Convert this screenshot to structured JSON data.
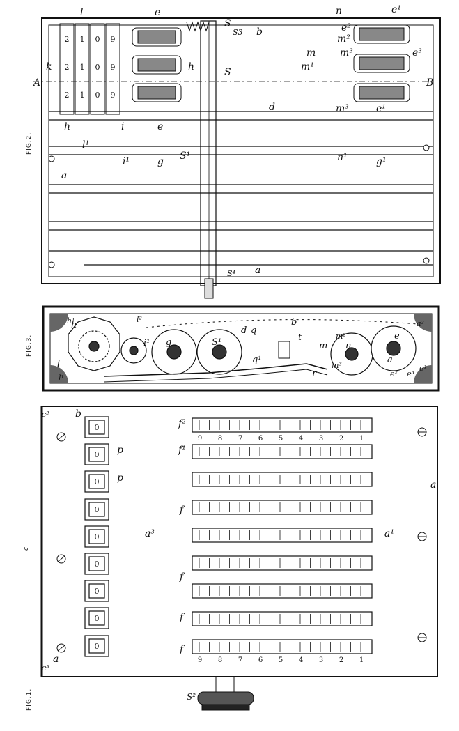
{
  "figures": {
    "fig1": {
      "caption": "FIG.1.",
      "labels": [
        "c",
        "c²",
        "b",
        "c³",
        "a",
        "a³",
        "a¹",
        "a",
        "f",
        "f",
        "f",
        "f",
        "f¹",
        "f²",
        "p",
        "p",
        "S²"
      ],
      "register_digits": [
        "0",
        "0",
        "0",
        "0",
        "0",
        "0",
        "0",
        "0",
        "0"
      ],
      "scale_digits": [
        "9",
        "8",
        "7",
        "6",
        "5",
        "4",
        "3",
        "2",
        "1"
      ]
    },
    "fig2": {
      "caption": "FIG.2.",
      "section_marks": [
        "A",
        "B"
      ],
      "labels": [
        "k",
        "l",
        "e",
        "S",
        "S3",
        "b",
        "m",
        "n",
        "m¹",
        "m²",
        "m³",
        "e²",
        "e³",
        "e¹",
        "h",
        "S",
        "S¹",
        "h",
        "e",
        "i",
        "i¹",
        "g",
        "g¹",
        "l¹",
        "a",
        "d",
        "n¹",
        "S⁴",
        "a",
        "m³",
        "e¹"
      ],
      "wheel_digits": [
        "2",
        "1",
        "0",
        "9"
      ]
    },
    "fig3": {
      "caption": "FIG.3.",
      "labels": [
        "l",
        "h",
        "l²",
        "i¹",
        "g",
        "S¹",
        "d",
        "q",
        "t",
        "b",
        "m",
        "n",
        "m²",
        "m³",
        "q¹",
        "r",
        "e",
        "a",
        "a²",
        "e³",
        "e¹",
        "e²",
        "l¹",
        "h¹"
      ]
    }
  },
  "icons": [
    "gear-icon",
    "knurled-knob-icon",
    "screw-head-icon",
    "spring-icon"
  ]
}
